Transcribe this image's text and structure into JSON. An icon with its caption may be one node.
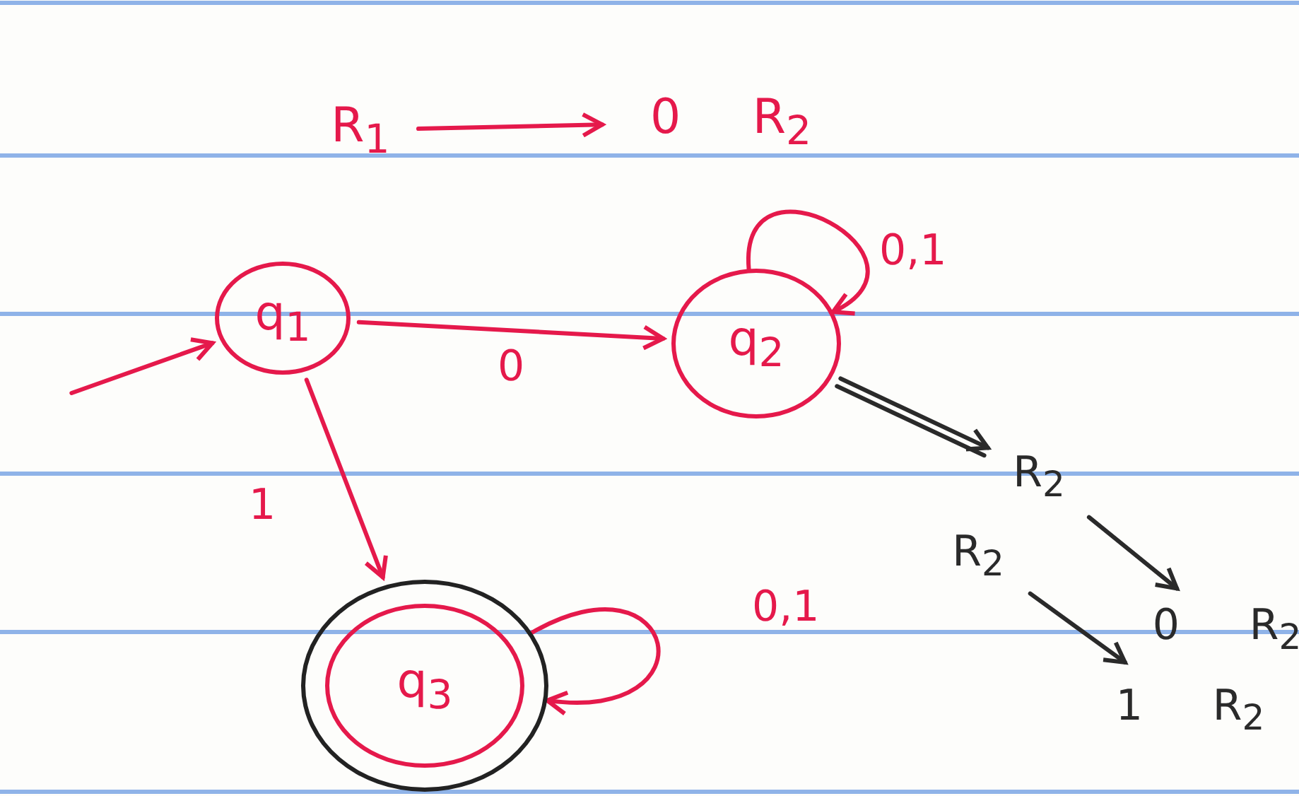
{
  "diagram": {
    "nodes": [
      {
        "text": [
          "R$_{1}$"
        ]
      },
      {
        "text": [
          "0 R$_{2}$"
        ]
      },
      {
        "text": [
          "q$_{1}$"
        ]
      },
      {
        "text": [
          "q$_{2}$"
        ]
      },
      {
        "text": [
          "q$_{3}$"
        ]
      },
      {
        "text": [
          "R$_{2}$"
        ]
      },
      {
        "text": [
          "R$_{2}$"
        ]
      },
      {
        "text": [
          "0 R$_{2}$"
        ]
      },
      {
        "text": [
          "1 R$_{2}$"
        ]
      }
    ],
    "edges": [
      {
        "from": 0,
        "to": 1,
        "arrow": "to"
      },
      {
        "from": null,
        "to": 2,
        "arrow": "to"
      },
      {
        "from": 2,
        "to": 3,
        "arrow": "to",
        "label": "0"
      },
      {
        "from": 3,
        "to": 3,
        "arrow": "to",
        "label": "0,1"
      },
      {
        "from": 2,
        "to": 4,
        "arrow": "to",
        "label": "1"
      },
      {
        "from": 4,
        "to": 4,
        "arrow": "to",
        "label": "0,1"
      },
      {
        "from": 3,
        "to": 5,
        "arrow": "to",
        "color": "#2a2a2a"
      },
      {
        "from": 5,
        "to": 7,
        "arrow": "to",
        "color": "#2a2a2a"
      },
      {
        "from": 6,
        "to": 8,
        "arrow": "to",
        "color": "#2a2a2a"
      }
    ]
  }
}
